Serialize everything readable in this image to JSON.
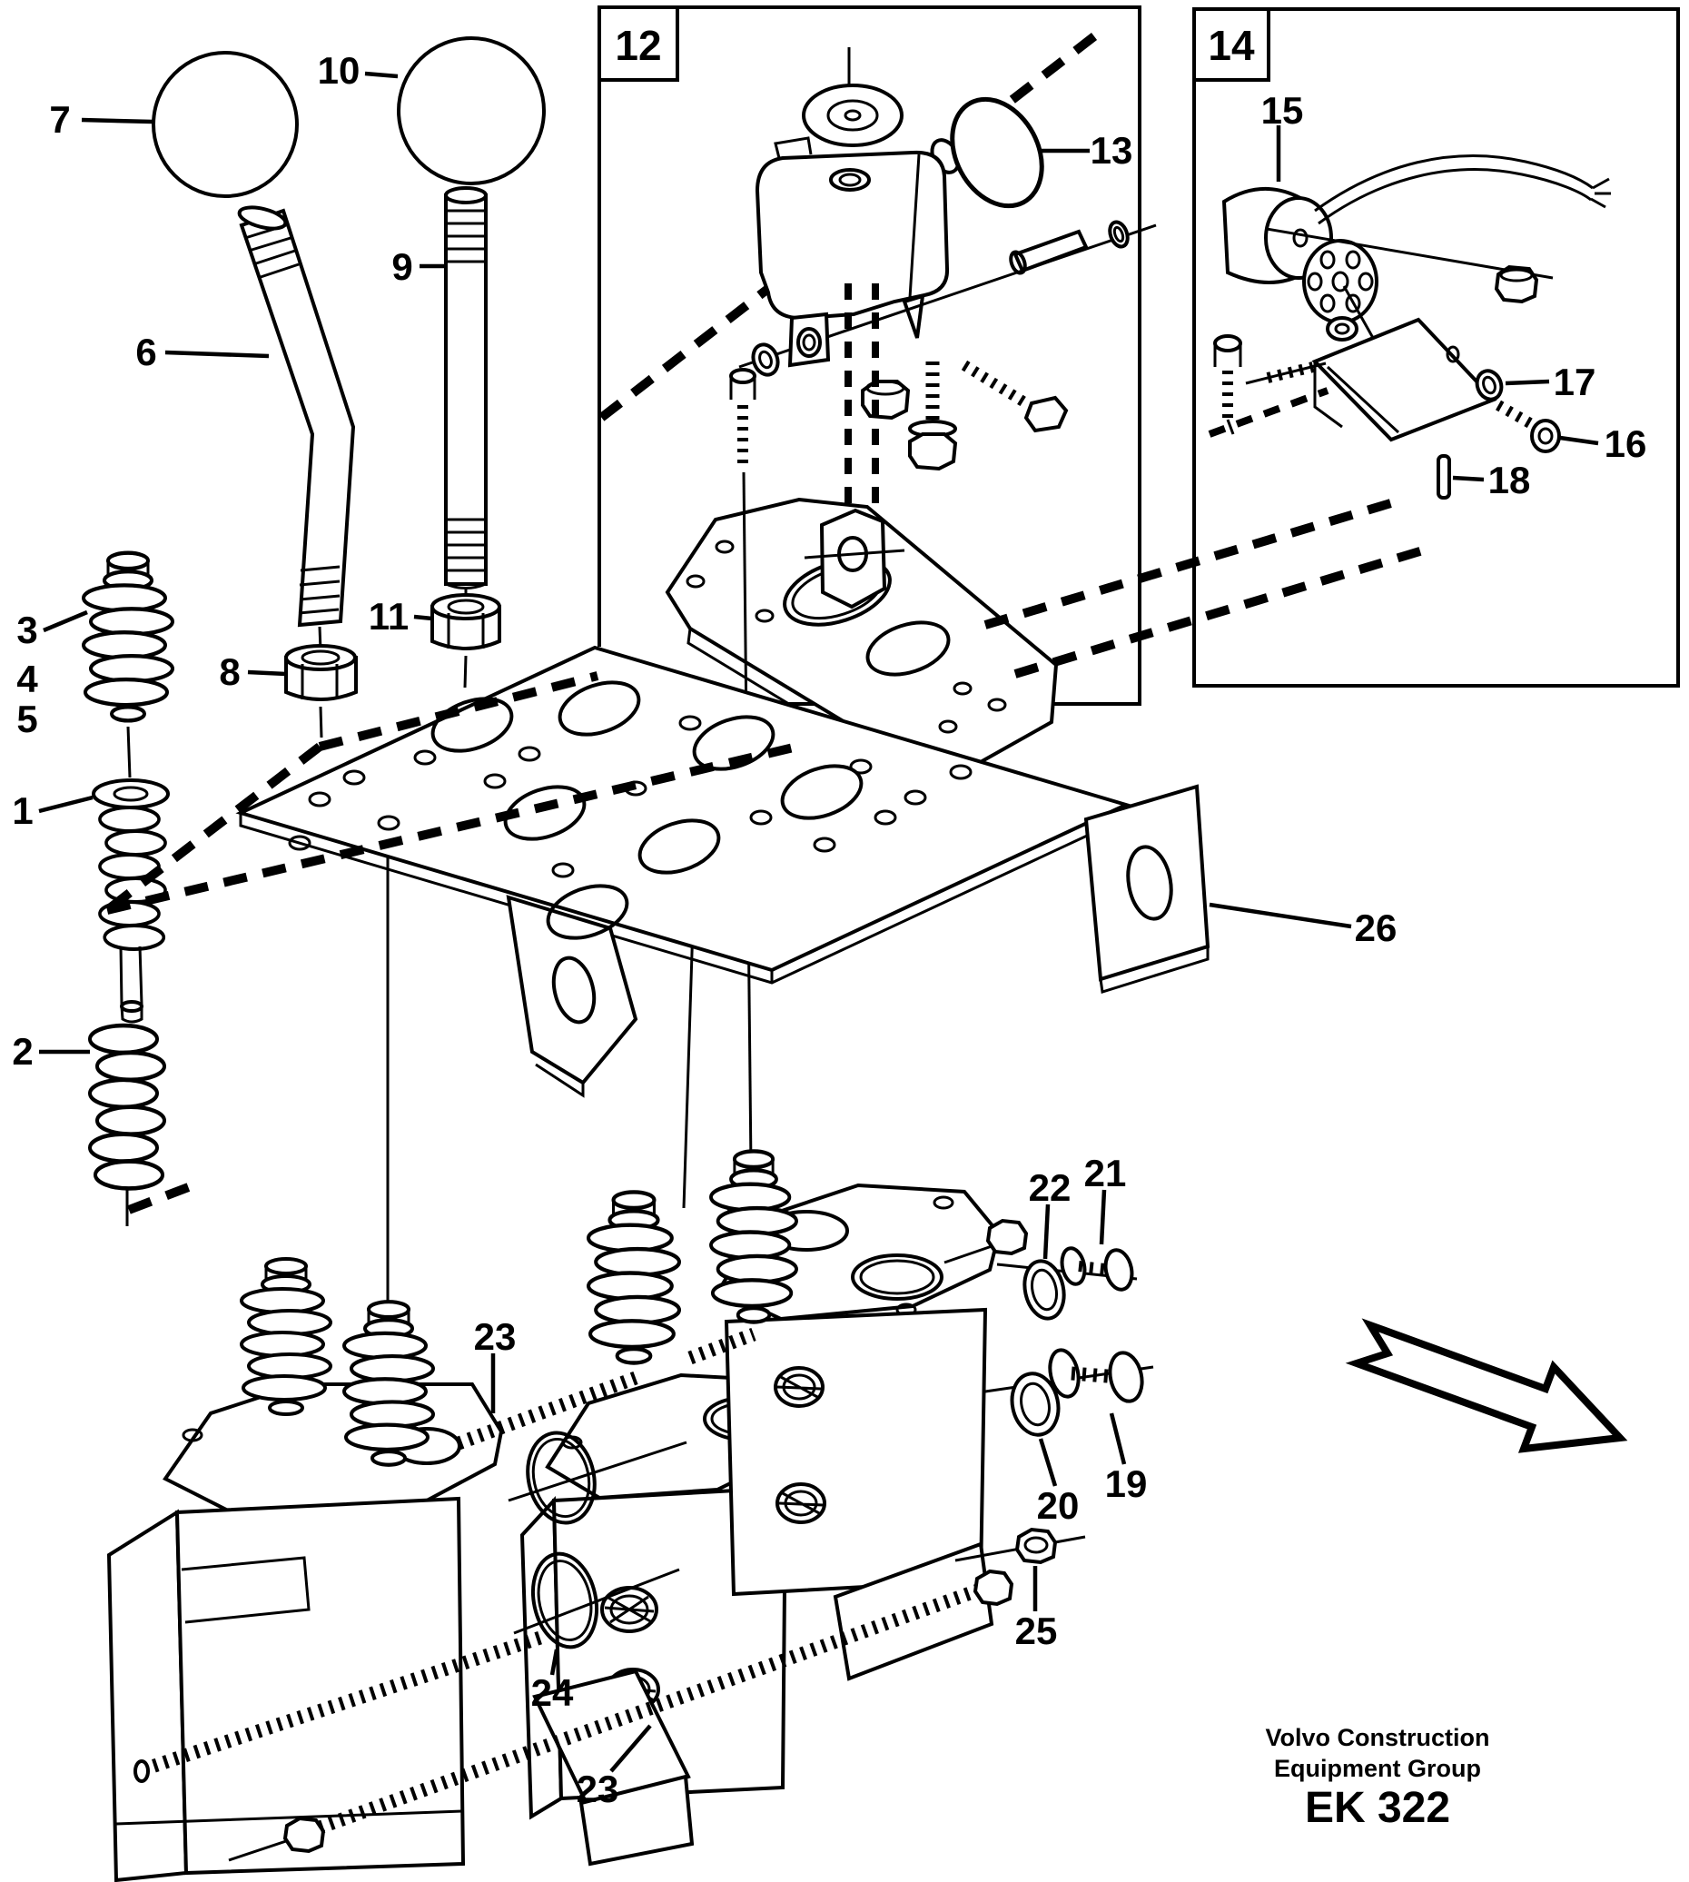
{
  "figure": {
    "brand_line1": "Volvo Construction",
    "brand_line2": "Equipment Group",
    "figure_code": "EK 322"
  },
  "detail_boxes": {
    "box12": "12",
    "box14": "14"
  },
  "part_labels": {
    "p1": "1",
    "p2": "2",
    "p3": "3",
    "p4": "4",
    "p5": "5",
    "p6": "6",
    "p7": "7",
    "p8": "8",
    "p9": "9",
    "p10": "10",
    "p11": "11",
    "p13": "13",
    "p15": "15",
    "p16": "16",
    "p17": "17",
    "p18": "18",
    "p19": "19",
    "p20": "20",
    "p21": "21",
    "p22": "22",
    "p23a": "23",
    "p23b": "23",
    "p24": "24",
    "p25": "25",
    "p26": "26"
  }
}
